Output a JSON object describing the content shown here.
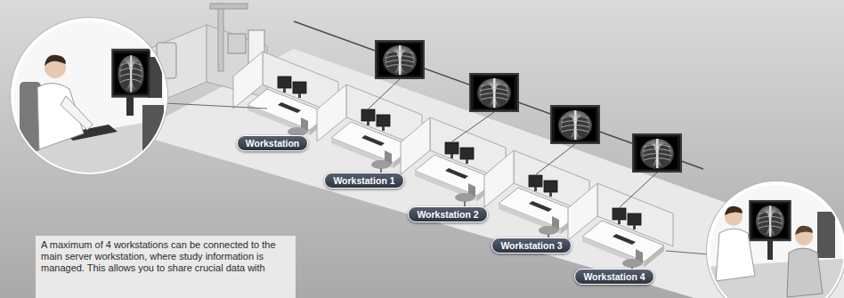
{
  "diagram": {
    "nodes": [
      {
        "text": [
          "Workstation"
        ]
      },
      {
        "text": [
          "Workstation 1"
        ]
      },
      {
        "text": [
          "Workstation 2"
        ]
      },
      {
        "text": [
          "Workstation 3"
        ]
      },
      {
        "text": [
          "Workstation 4"
        ]
      },
      {
        "text": [
          "A maximum of 4 workstations can be connected to the main server workstation, where study information is managed. This allows you to share crucial data with"
        ]
      }
    ]
  }
}
